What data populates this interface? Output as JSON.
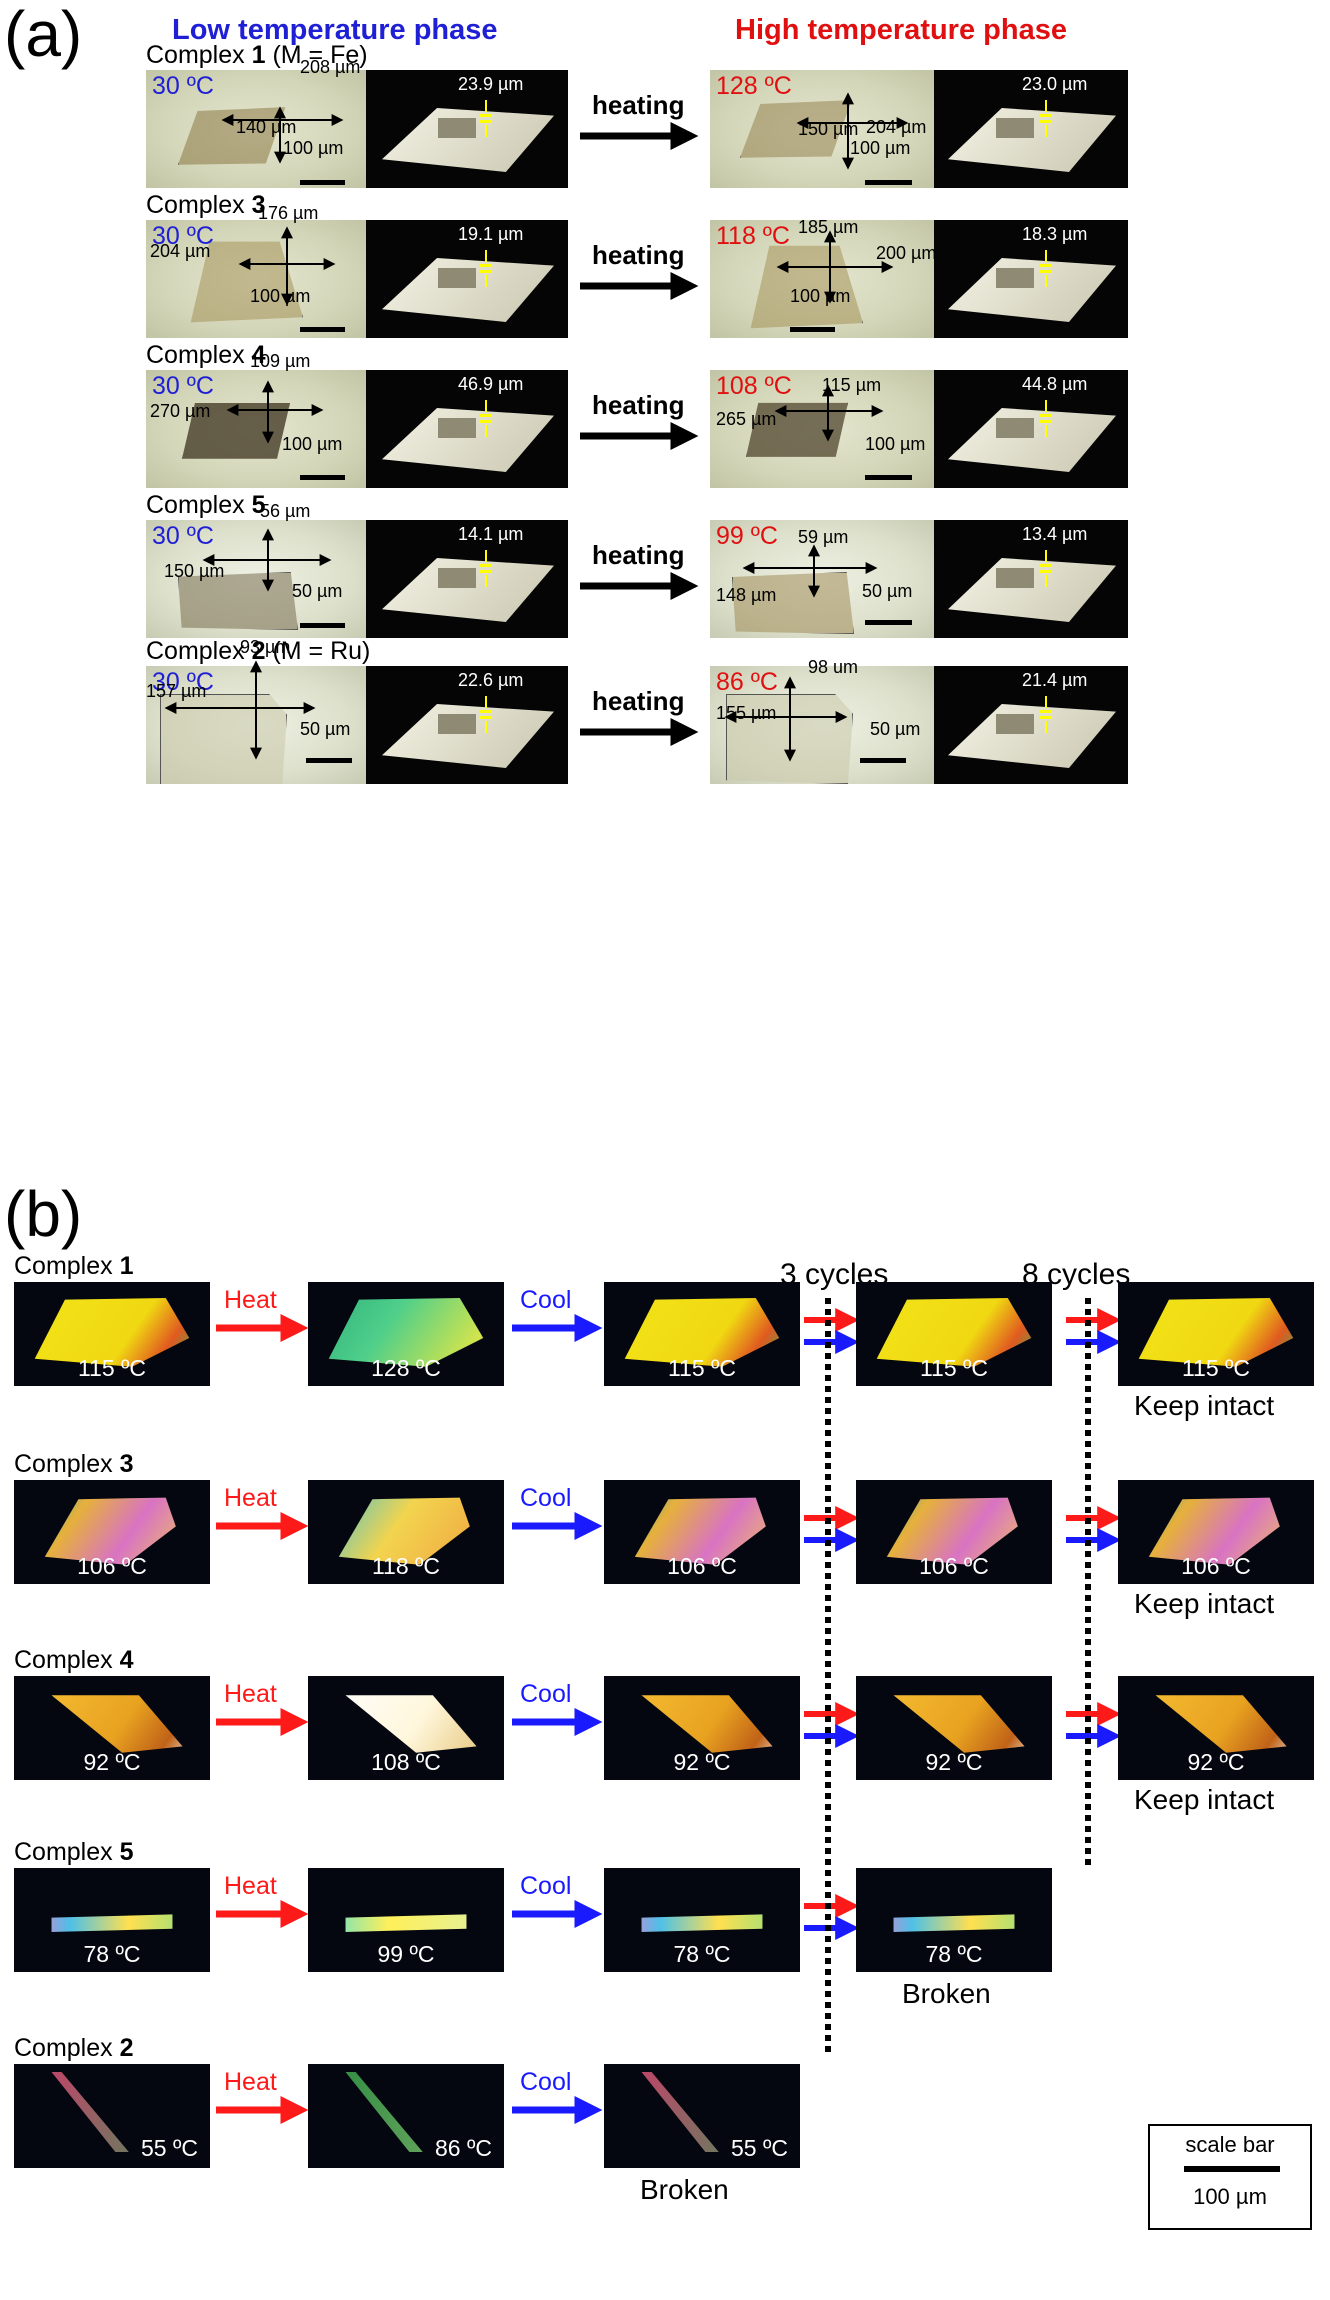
{
  "panel_a": {
    "label": "(a)",
    "low_phase_title": "Low temperature phase",
    "high_phase_title": "High temperature phase",
    "heating_label": "heating",
    "colors": {
      "low": "#1f1fd6",
      "high": "#e01010",
      "arrow": "#000000",
      "marker": "#ffff00"
    },
    "rows": [
      {
        "name_prefix": "Complex ",
        "name_num": "1",
        "name_suffix": " (M = Fe)",
        "low_temp": "30 ºC",
        "low_len": "208 µm",
        "low_wid": "140 µm",
        "low_scale": "100 µm",
        "low_thick": "23.9 µm",
        "high_temp": "128 ºC",
        "high_len": "204 µm",
        "high_wid": "150 µm",
        "high_scale": "100 µm",
        "high_thick": "23.0 µm"
      },
      {
        "name_prefix": "Complex ",
        "name_num": "3",
        "name_suffix": "",
        "low_temp": "30 ºC",
        "low_len": "176 µm",
        "low_wid": "204 µm",
        "low_scale": "100 µm",
        "low_thick": "19.1 µm",
        "high_temp": "118 ºC",
        "high_len": "185 µm",
        "high_wid": "200 µm",
        "high_scale": "100 µm",
        "high_thick": "18.3 µm"
      },
      {
        "name_prefix": "Complex ",
        "name_num": "4",
        "name_suffix": "",
        "low_temp": "30 ºC",
        "low_len": "109 µm",
        "low_wid": "270 µm",
        "low_scale": "100 µm",
        "low_thick": "46.9 µm",
        "high_temp": "108 ºC",
        "high_len": "115 µm",
        "high_wid": "265 µm",
        "high_scale": "100 µm",
        "high_thick": "44.8 µm"
      },
      {
        "name_prefix": "Complex ",
        "name_num": "5",
        "name_suffix": "",
        "low_temp": "30 ºC",
        "low_len": "56 µm",
        "low_wid": "150 µm",
        "low_scale": "50 µm",
        "low_thick": "14.1 µm",
        "high_temp": "99 ºC",
        "high_len": "59 µm",
        "high_wid": "148 µm",
        "high_scale": "50 µm",
        "high_thick": "13.4 µm"
      },
      {
        "name_prefix": "Complex ",
        "name_num": "2",
        "name_suffix": " (M = Ru)",
        "low_temp": "30 ºC",
        "low_len": "93 µm",
        "low_wid": "157 µm",
        "low_scale": "50 µm",
        "low_thick": "22.6 µm",
        "high_temp": "86 ºC",
        "high_len": "98 um",
        "high_wid": "155 µm",
        "high_scale": "50 µm",
        "high_thick": "21.4 µm"
      }
    ]
  },
  "panel_b": {
    "label": "(b)",
    "heat_label": "Heat",
    "cool_label": "Cool",
    "cycles_3": "3 cycles",
    "cycles_8": "8 cycles",
    "colors": {
      "heat": "#ff1a1a",
      "cool": "#1a1aff"
    },
    "rows": [
      {
        "name_prefix": "Complex ",
        "name_num": "1",
        "t1": "115 ºC",
        "t2": "128 ºC",
        "t3": "115 ºC",
        "t4": "115 ºC",
        "t5": "115 ºC",
        "status": "Keep intact"
      },
      {
        "name_prefix": "Complex ",
        "name_num": "3",
        "t1": "106 ºC",
        "t2": "118 ºC",
        "t3": "106 ºC",
        "t4": "106 ºC",
        "t5": "106 ºC",
        "status": "Keep intact"
      },
      {
        "name_prefix": "Complex ",
        "name_num": "4",
        "t1": "92 ºC",
        "t2": "108 ºC",
        "t3": "92 ºC",
        "t4": "92 ºC",
        "t5": "92 ºC",
        "status": "Keep intact"
      },
      {
        "name_prefix": "Complex ",
        "name_num": "5",
        "t1": "78 ºC",
        "t2": "99 ºC",
        "t3": "78 ºC",
        "t4": "78 ºC",
        "status": "Broken"
      },
      {
        "name_prefix": "Complex ",
        "name_num": "2",
        "t1": "55 ºC",
        "t2": "86 ºC",
        "t3": "55 ºC",
        "status": "Broken"
      }
    ],
    "scale_legend": {
      "title": "scale bar",
      "value": "100 µm"
    }
  }
}
